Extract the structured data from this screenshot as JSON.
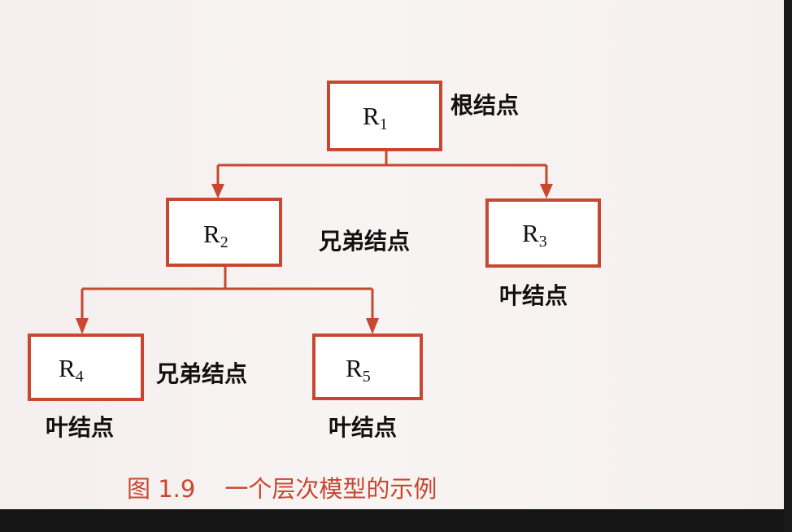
{
  "nodes": [
    {
      "id": "r1",
      "letter": "R",
      "sub": "1"
    },
    {
      "id": "r2",
      "letter": "R",
      "sub": "2"
    },
    {
      "id": "r3",
      "letter": "R",
      "sub": "3"
    },
    {
      "id": "r4",
      "letter": "R",
      "sub": "4"
    },
    {
      "id": "r5",
      "letter": "R",
      "sub": "5"
    }
  ],
  "annotations": {
    "root": "根结点",
    "siblings_level2": "兄弟结点",
    "leaf_r3": "叶结点",
    "siblings_level3": "兄弟结点",
    "leaf_r4": "叶结点",
    "leaf_r5": "叶结点"
  },
  "caption": {
    "number": "图 1.9",
    "title": "一个层次模型的示例"
  },
  "colors": {
    "accent": "#c8472f",
    "text": "#111111",
    "background": "#f6f1f1"
  }
}
